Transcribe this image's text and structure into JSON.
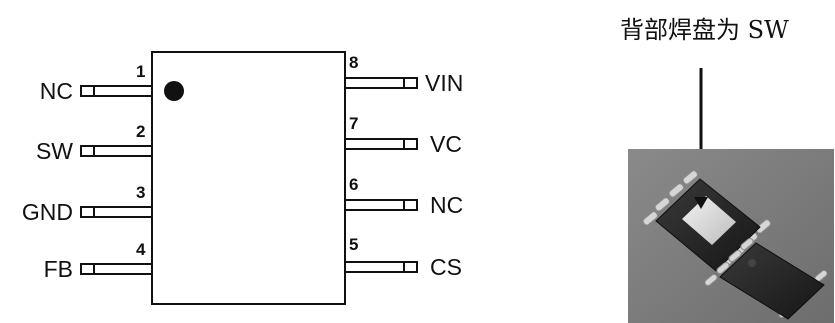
{
  "package_title": "背部焊盘为 SW",
  "left_pins": [
    {
      "number": "1",
      "name": "NC"
    },
    {
      "number": "2",
      "name": "SW"
    },
    {
      "number": "3",
      "name": "GND"
    },
    {
      "number": "4",
      "name": "FB"
    }
  ],
  "right_pins": [
    {
      "number": "8",
      "name": "VIN"
    },
    {
      "number": "7",
      "name": "VC"
    },
    {
      "number": "6",
      "name": "NC"
    },
    {
      "number": "5",
      "name": "CS"
    }
  ],
  "colors": {
    "outline": "#111111",
    "chip_body": "#ffffff",
    "photo_background": "#7d7d7d",
    "package_dark": "#262626",
    "exposed_pad": "#d9d9d9",
    "lead_silver": "#cfcfcf"
  }
}
